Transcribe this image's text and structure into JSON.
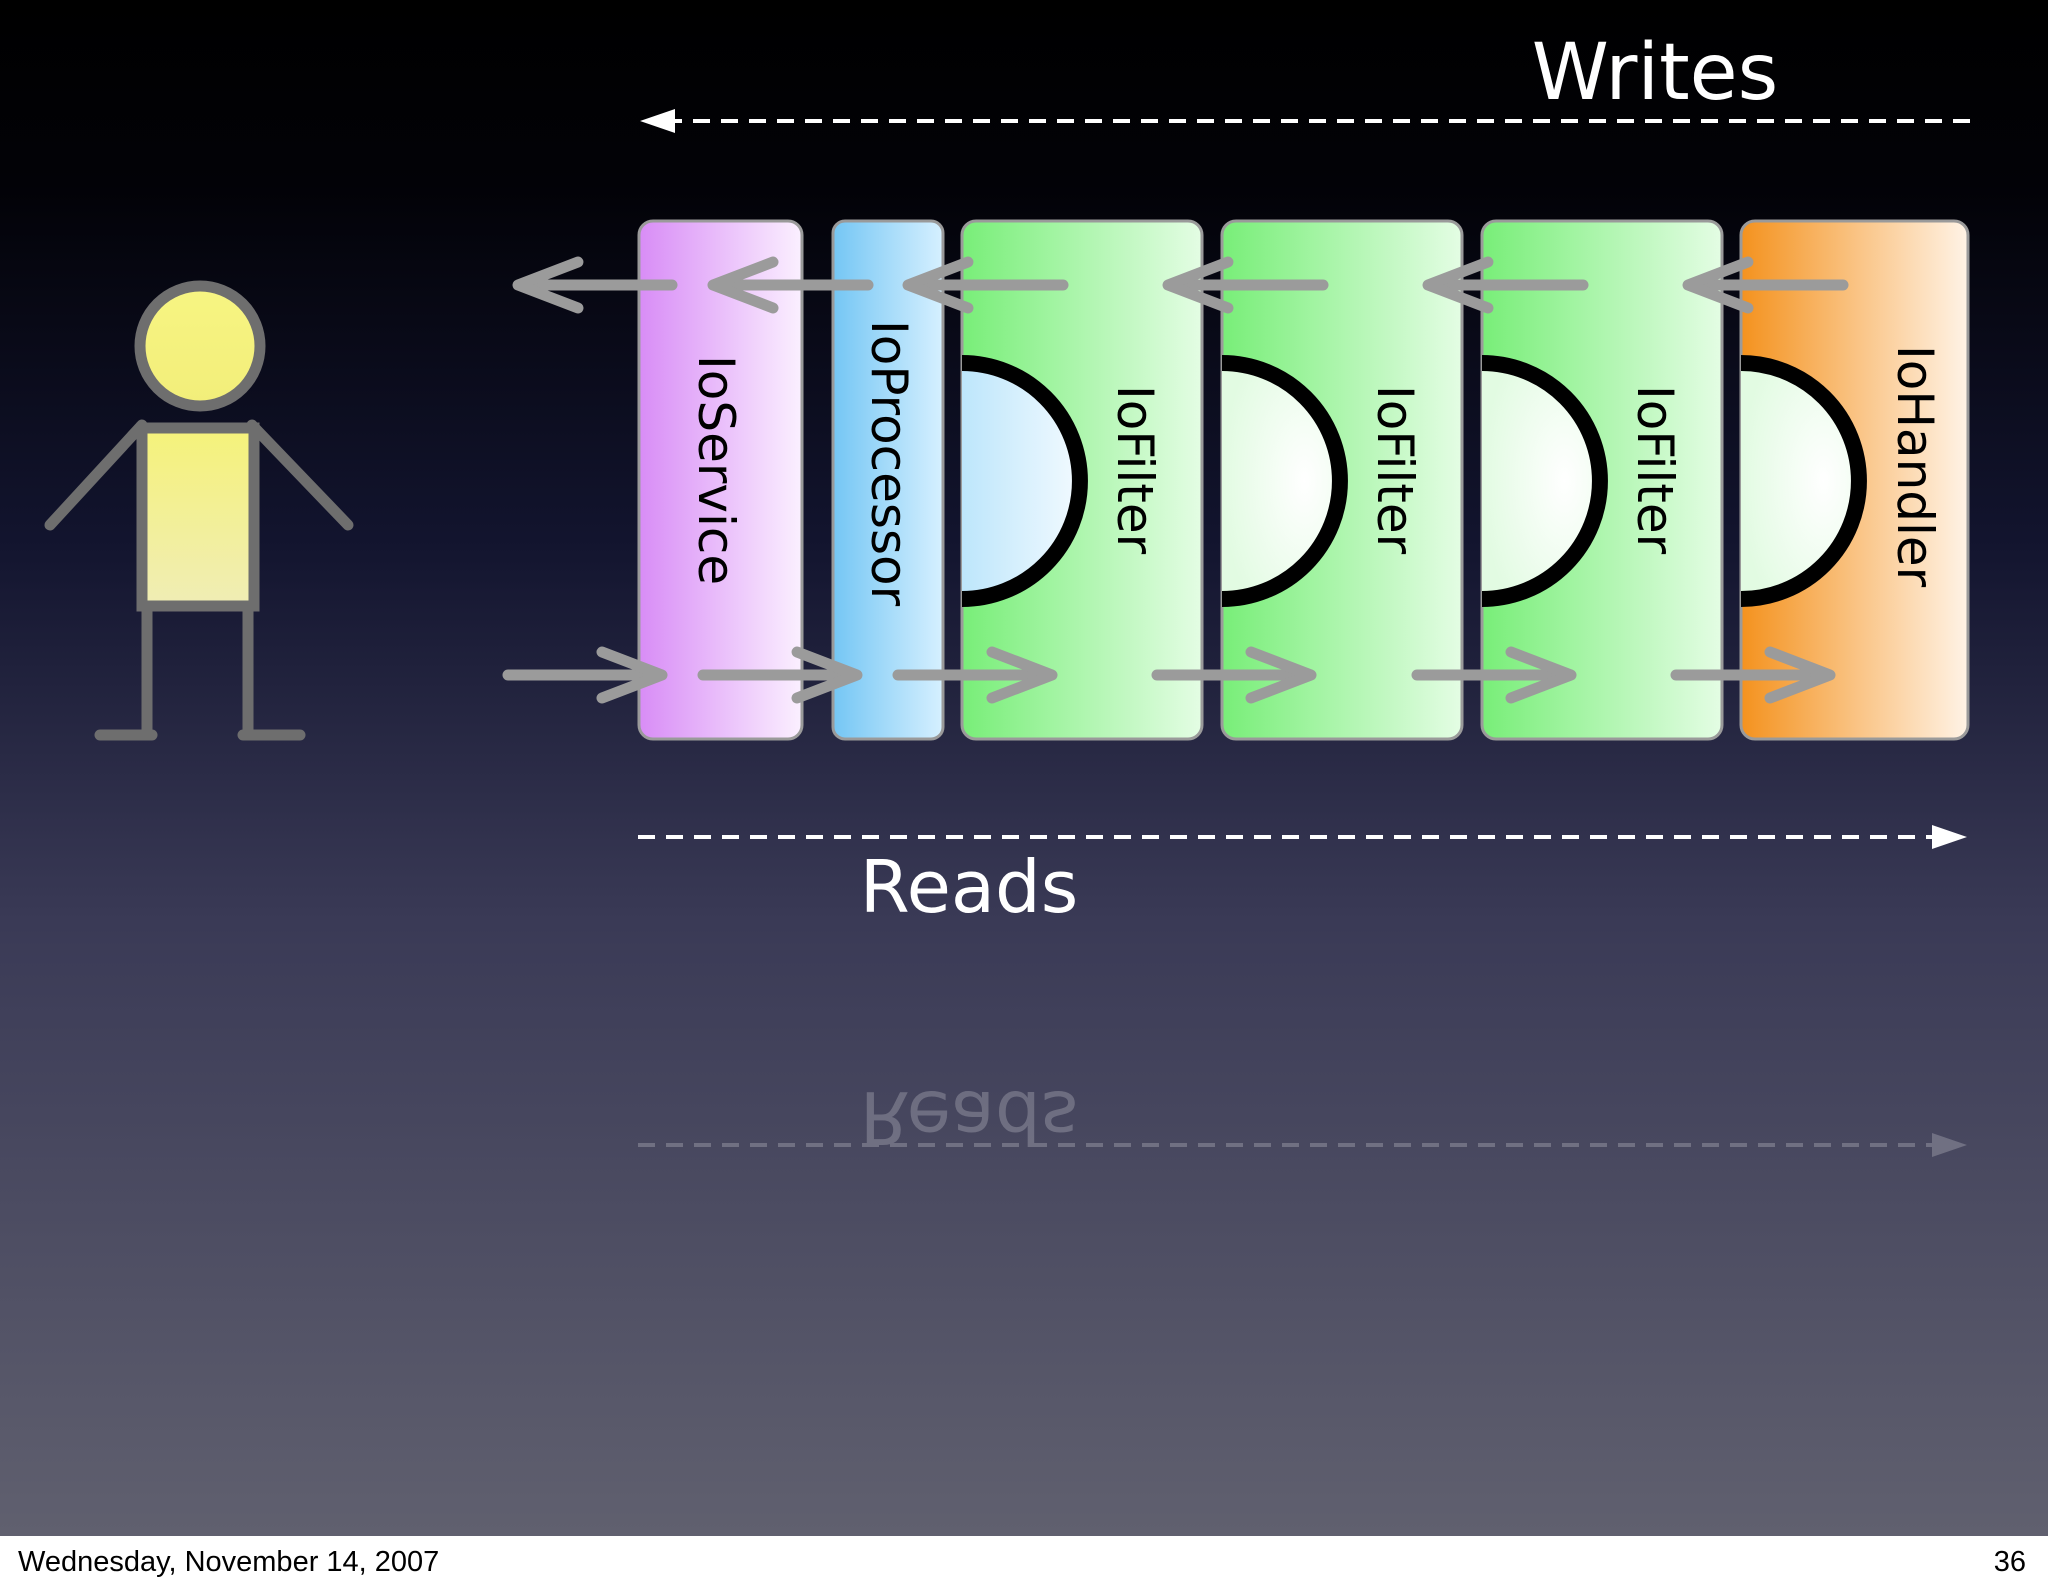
{
  "diagram": {
    "writes_label": "Writes",
    "reads_label": "Reads",
    "reads_reflection": "Reads",
    "components": [
      {
        "label": "IoService",
        "color": "#d98cf5"
      },
      {
        "label": "IoProcessor",
        "color": "#6cc8f5"
      },
      {
        "label": "IoFilter",
        "color": "#7cf07c"
      },
      {
        "label": "IoFilter",
        "color": "#7cf07c"
      },
      {
        "label": "IoFilter",
        "color": "#7cf07c"
      },
      {
        "label": "IoHandler",
        "color": "#f59a2c"
      }
    ],
    "actor": {
      "name": "user-stick-figure",
      "head_color": "#f5f07a",
      "body_color": "#f5f07a"
    }
  },
  "footer": {
    "date": "Wednesday, November 14, 2007",
    "page": "36"
  }
}
